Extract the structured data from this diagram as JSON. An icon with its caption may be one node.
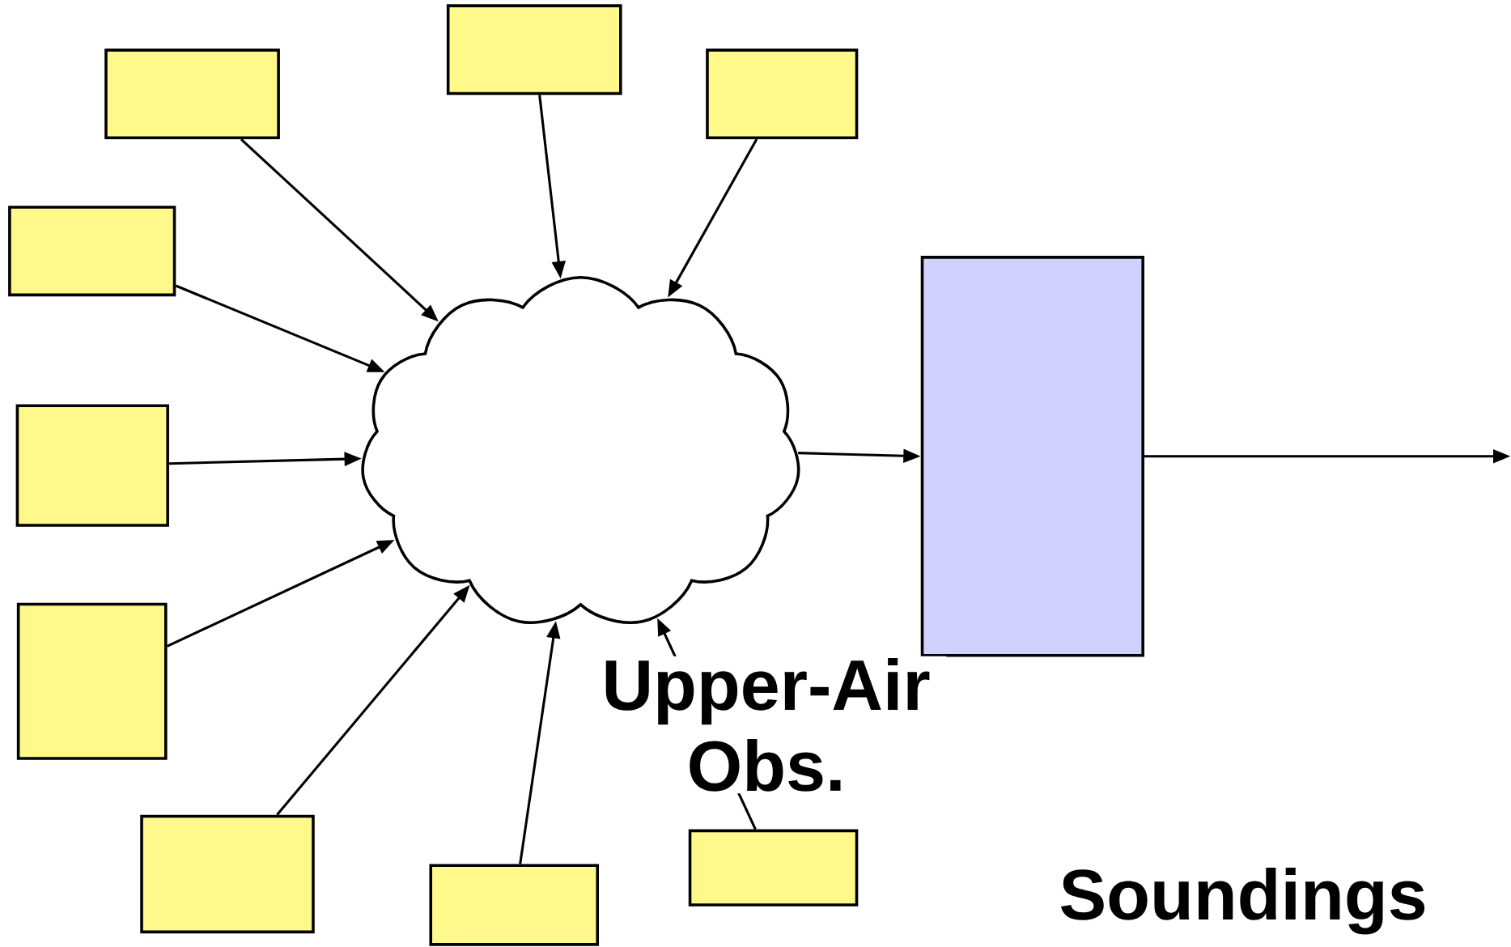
{
  "diagram": {
    "nodes": [
      {
        "text": [],
        "shape": "box"
      },
      {
        "text": [],
        "shape": "box"
      },
      {
        "text": [],
        "shape": "box"
      },
      {
        "text": [],
        "shape": "box"
      },
      {
        "text": [],
        "shape": "box"
      },
      {
        "text": [],
        "shape": "box"
      },
      {
        "text": [],
        "shape": "box"
      },
      {
        "text": [],
        "shape": "box"
      },
      {
        "text": [],
        "shape": "box"
      },
      {
        "text": [],
        "shape": "cloud"
      },
      {
        "text": [],
        "shape": "box"
      }
    ],
    "edges": [
      {
        "from": 0,
        "to": 9,
        "arrow": "to"
      },
      {
        "from": 1,
        "to": 9,
        "arrow": "to"
      },
      {
        "from": 2,
        "to": 9,
        "arrow": "to"
      },
      {
        "from": 3,
        "to": 9,
        "arrow": "to"
      },
      {
        "from": 4,
        "to": 9,
        "arrow": "to"
      },
      {
        "from": 5,
        "to": 9,
        "arrow": "to"
      },
      {
        "from": 6,
        "to": 9,
        "arrow": "to"
      },
      {
        "from": 7,
        "to": 9,
        "arrow": "to"
      },
      {
        "from": 8,
        "to": 9,
        "arrow": "to"
      },
      {
        "from": 9,
        "to": 10,
        "arrow": "to"
      },
      {
        "from": 10,
        "to": null,
        "arrow": "to"
      }
    ],
    "labels": [
      "Upper-Air Obs.",
      "Soundings"
    ]
  }
}
